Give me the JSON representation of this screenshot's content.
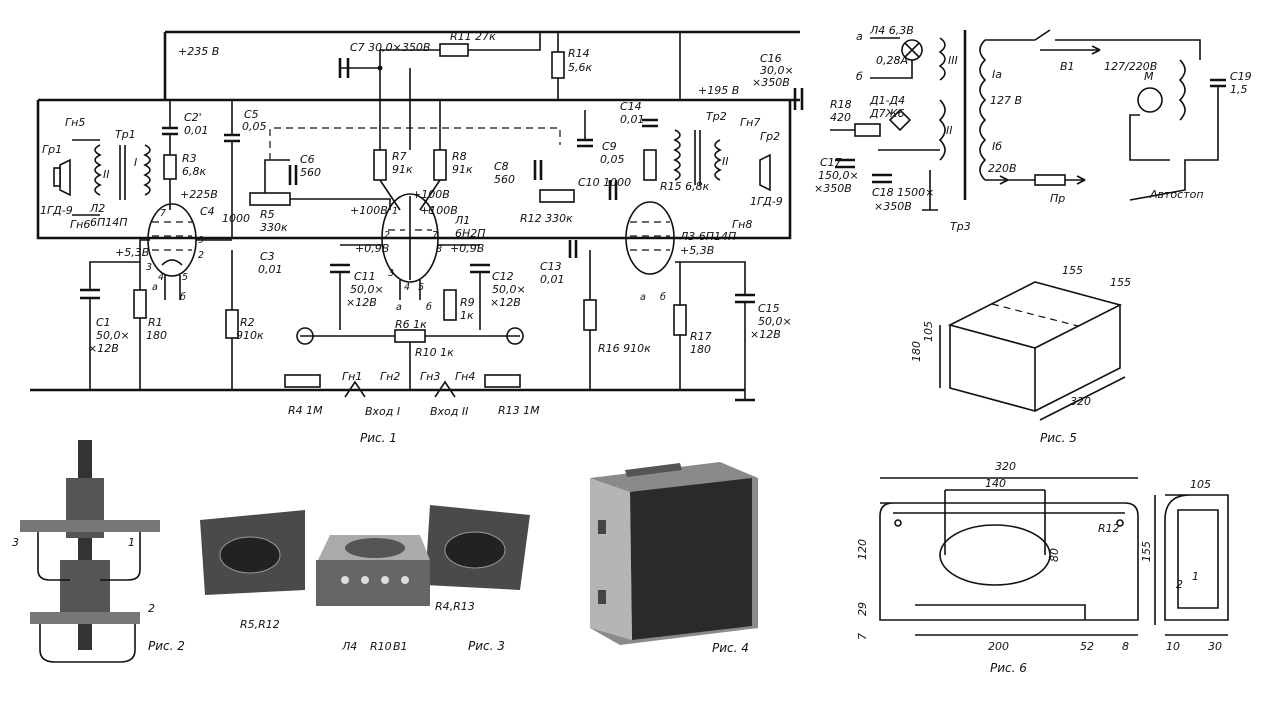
{
  "fig1": {
    "caption": "Рис. 1",
    "rails": {
      "v235": "+235 В",
      "v195": "+195 В"
    },
    "c7": "С7 30,0×350В",
    "r11": "R11 27к",
    "r14a": "R14",
    "r14b": "5,6к",
    "c16a": "С16",
    "c16b": "30,0×",
    "c16c": "×350В",
    "gn5": "Гн5",
    "gn6": "Гн6",
    "gr1": "Гр1",
    "gd9a": "1ГД-9",
    "tr1": "Тр1",
    "tr1_1": "I",
    "tr1_2": "II",
    "c2a": "С2'",
    "c2b": "0,01",
    "r3a": "R3",
    "r3b": "6,8к",
    "v225": "+225В",
    "c5a": "С5",
    "c5b": "0,05",
    "c6a": "С6",
    "c6b": "560",
    "c4": "С4",
    "c4v": "1000",
    "r5a": "R5",
    "r5b": "330к",
    "c3a": "С3",
    "c3b": "0,01",
    "l2a": "Л2",
    "l2b": "6П14П",
    "v53a": "+5,3В",
    "c1a": "С1",
    "c1b": "50,0×",
    "c1c": "×12В",
    "r1a": "R1",
    "r1b": "180",
    "r2a": "R2",
    "r2b": "910к",
    "r7a": "R7",
    "r7b": "91к",
    "r8a": "R8",
    "r8b": "91к",
    "v100a": "+100В",
    "v100b": "+100В",
    "v100c": "+100В",
    "l1a": "Л1",
    "l1b": "6Н2П",
    "v09a": "+0,9В",
    "v09b": "+0,9В",
    "c11a": "С11",
    "c11b": "50,0×",
    "c11c": "×12В",
    "c12a": "С12",
    "c12b": "50,0×",
    "c12c": "×12В",
    "r9a": "R9",
    "r9b": "1к",
    "r6": "R6 1к",
    "r10": "R10 1к",
    "r4": "R4 1М",
    "r13": "R13 1М",
    "gn1": "Гн1",
    "gn2": "Гн2",
    "gn3": "Гн3",
    "gn4": "Гн4",
    "in1": "Вход I",
    "in2": "Вход II",
    "c8a": "С8",
    "c8b": "560",
    "r12": "R12 330к",
    "c9a": "С9",
    "c9b": "0,05",
    "c10": "С10 1000",
    "c13a": "С13",
    "c13b": "0,01",
    "c14a": "С14",
    "c14b": "0,01",
    "r15": "R15 6,8к",
    "l3": "Л3 6П14П",
    "v53b": "+5,3В",
    "r16": "R16 910к",
    "r17a": "R17",
    "r17b": "180",
    "c15a": "С15",
    "c15b": "50,0×",
    "c15c": "×12В",
    "tr2": "Тр2",
    "tr2_2": "II",
    "gn7": "Гн7",
    "gn8": "Гн8",
    "gr2": "Гр2",
    "gd9b": "1ГД-9",
    "pa": "а",
    "pb": "б",
    "pin1": "1",
    "pin2": "2",
    "pin3": "3",
    "pin4": "4",
    "pin5": "5",
    "pin6": "6",
    "pin7": "7",
    "pin8": "8",
    "pin9": "9"
  },
  "psu": {
    "l4a": "Л4 6,3В",
    "l4b": "0,28А",
    "ra": "а",
    "rb": "б",
    "wIII": "III",
    "wII": "II",
    "r18a": "R18",
    "r18b": "420",
    "d1": "Д1-Д4",
    "d2": "Д7Ж6",
    "c17a": "С17",
    "c17b": "150,0×",
    "c17c": "×350В",
    "c18a": "С18 1500×",
    "c18b": "×350В",
    "tr3": "Тр3",
    "wIa": "Iа",
    "v127": "127 В",
    "wIb": "Iб",
    "v220": "220В",
    "b1": "В1",
    "mains": "127/220В",
    "m": "М",
    "c19a": "С19",
    "c19b": "1,5",
    "pr": "Пр",
    "auto": "Автостоп"
  },
  "fig2": {
    "caption": "Рис. 2",
    "n1": "1",
    "n2": "2",
    "n3": "3"
  },
  "fig3": {
    "caption": "Рис. 3",
    "l_r5r12": "R5,R12",
    "l_r4r13": "R4,R13",
    "l_l4": "Л4",
    "l_r10": "R10",
    "l_b1": "В1"
  },
  "fig4": {
    "caption": "Рис. 4"
  },
  "fig5": {
    "caption": "Рис. 5",
    "d155a": "155",
    "d155b": "155",
    "d180": "180",
    "d105": "105",
    "d320": "320"
  },
  "fig6": {
    "caption": "Рис. 6",
    "d320": "320",
    "d140": "140",
    "d120": "120",
    "d155": "155",
    "d80": "80",
    "r12": "R12",
    "d29": "29",
    "d7": "7",
    "d200": "200",
    "d52": "52",
    "d8": "8",
    "d105": "105",
    "d10": "10",
    "d30": "30",
    "n1": "1",
    "n2": "2"
  }
}
